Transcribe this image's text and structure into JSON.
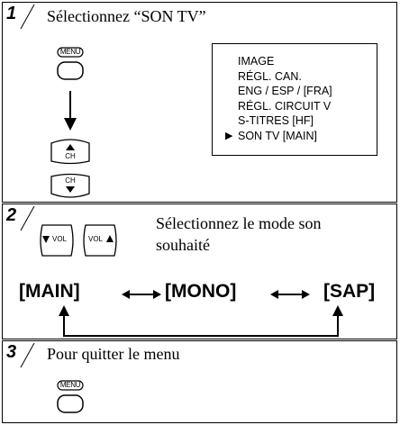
{
  "step1": {
    "number": "1",
    "title": "Sélectionnez “SON TV”",
    "menu_label": "MENU",
    "ch_label": "CH",
    "menu_items": [
      {
        "text": "IMAGE",
        "selected": false
      },
      {
        "text": "RÉGL. CAN.",
        "selected": false
      },
      {
        "text": "ENG / ESP / [FRA]",
        "selected": false
      },
      {
        "text": "RÉGL. CIRCUIT V",
        "selected": false
      },
      {
        "text": "S-TITRES [HF]",
        "selected": false
      },
      {
        "text": "SON TV [MAIN]",
        "selected": true
      }
    ],
    "cursor": "▶"
  },
  "step2": {
    "number": "2",
    "vol_down_label": "VOL",
    "vol_up_label": "VOL",
    "instruction_line1": "Sélectionnez le mode son",
    "instruction_line2": "souhaité",
    "modes": [
      "[MAIN]",
      "[MONO]",
      "[SAP]"
    ]
  },
  "step3": {
    "number": "3",
    "title": "Pour quitter le menu",
    "menu_label": "MENU"
  }
}
